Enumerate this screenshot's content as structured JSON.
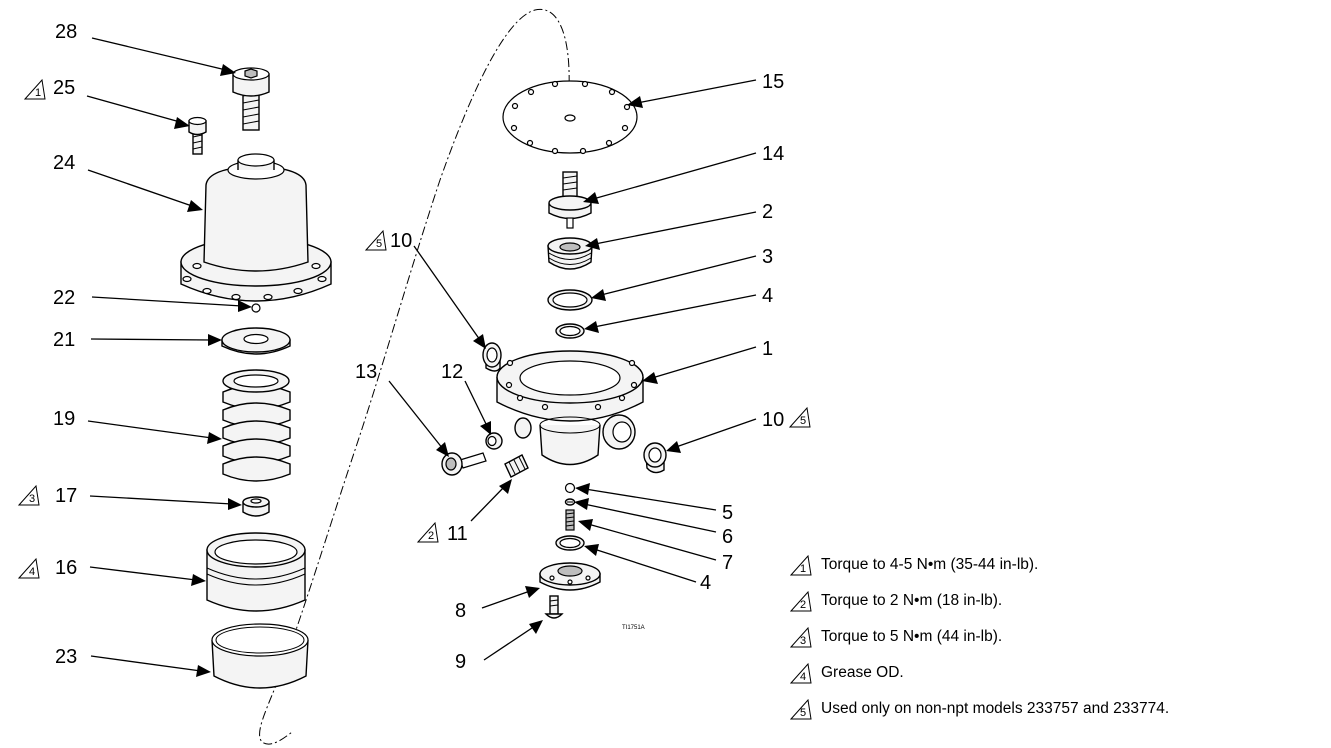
{
  "callouts": {
    "c28": "28",
    "c25": "25",
    "c24": "24",
    "c22": "22",
    "c21": "21",
    "c19": "19",
    "c17": "17",
    "c16": "16",
    "c23": "23",
    "c10a": "10",
    "c13": "13",
    "c12": "12",
    "c11": "11",
    "c15": "15",
    "c14": "14",
    "c2": "2",
    "c3": "3",
    "c4a": "4",
    "c1": "1",
    "c10b": "10",
    "c5": "5",
    "c6": "6",
    "c7": "7",
    "c4b": "4",
    "c8": "8",
    "c9": "9"
  },
  "note_markers": {
    "m1": "1",
    "m2": "2",
    "m3": "3",
    "m4": "4",
    "m5": "5"
  },
  "drawing_id": "TI1751A",
  "notes": [
    {
      "marker": "1",
      "text": "Torque to 4-5 N•m (35-44 in-lb)."
    },
    {
      "marker": "2",
      "text": "Torque to 2 N•m (18 in-lb)."
    },
    {
      "marker": "3",
      "text": "Torque to 5 N•m (44 in-lb)."
    },
    {
      "marker": "4",
      "text": "Grease OD."
    },
    {
      "marker": "5",
      "text": "Used only on non-npt models 233757 and 233774."
    }
  ]
}
